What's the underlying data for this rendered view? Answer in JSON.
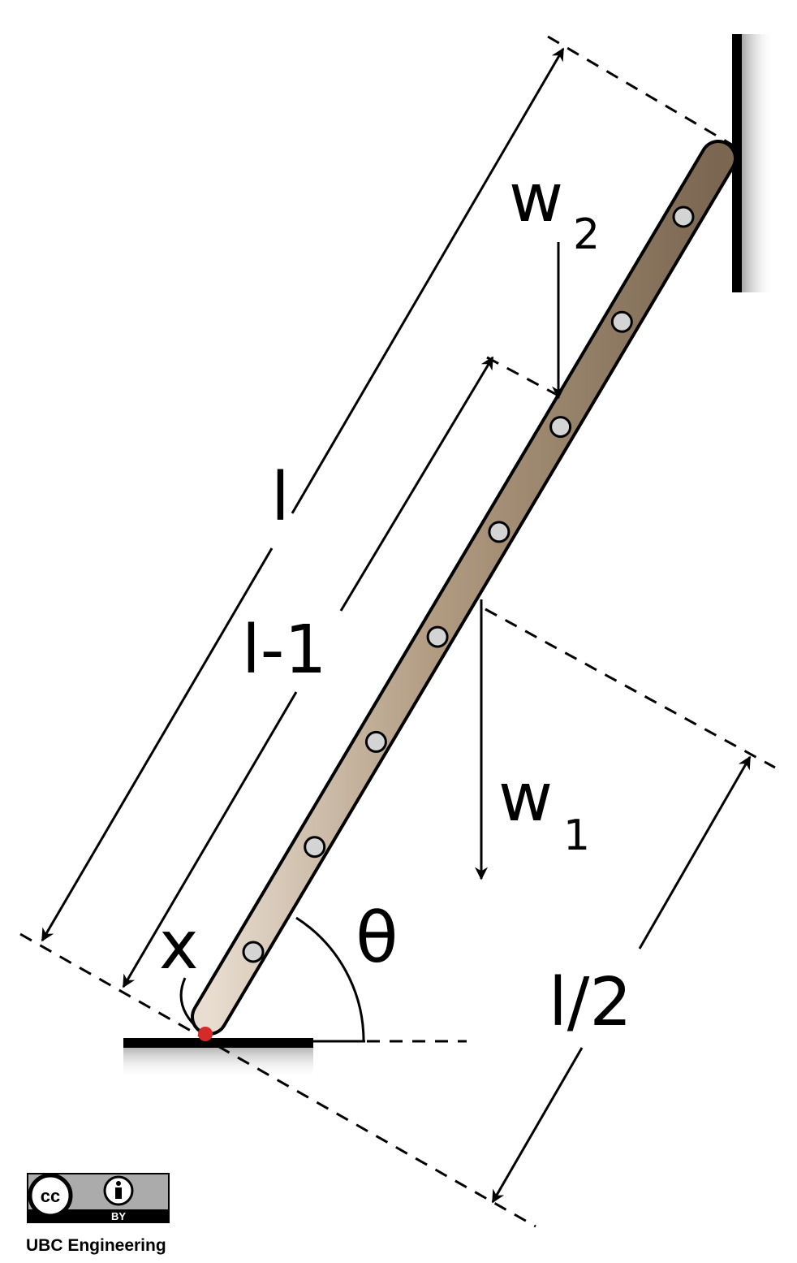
{
  "labels": {
    "length_l": "l",
    "length_l_minus_1": "l-1",
    "half_length": "l/2",
    "weight_2_main": "w",
    "weight_2_sub": "2",
    "weight_1_main": "w",
    "weight_1_sub": "1",
    "distance_x": "x",
    "angle": "θ"
  },
  "colors": {
    "ladder": "#a38e77",
    "ladder_outline": "#000000",
    "rung_dot": "#d4d4d4",
    "pivot_point": "#d42a2a",
    "wall": "#000000"
  },
  "ladder": {
    "rung_count": 8
  },
  "license": {
    "cc_text": "cc",
    "by_text": "BY",
    "credit": "UBC Engineering"
  }
}
